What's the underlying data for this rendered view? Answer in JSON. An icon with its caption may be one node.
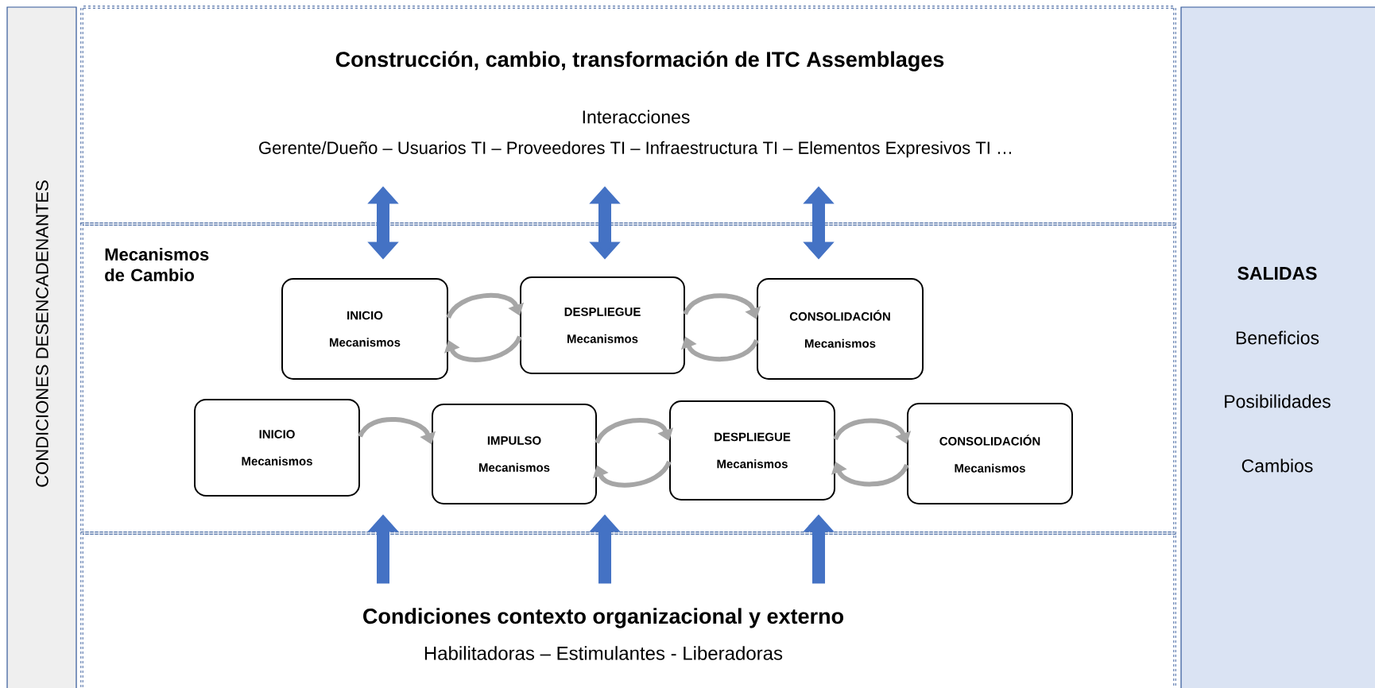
{
  "diagram": {
    "nodes": [
      {
        "text": [
          "CONDICIONES DESENCADENANTES"
        ]
      },
      {
        "text": [
          "Construcción, cambio, transformación de ITC Assemblages",
          "Interacciones",
          "Gerente/Dueño – Usuarios TI – Proveedores TI – Infraestructura TI – Elementos Expresivos TI …"
        ]
      },
      {
        "text": [
          "Mecanismos de Cambio"
        ]
      },
      {
        "text": [
          "Condiciones contexto organizacional y externo",
          "Habilitadoras – Estimulantes - Liberadoras"
        ]
      },
      {
        "text": [
          "SALIDAS",
          "Beneficios",
          "Posibilidades",
          "Cambios"
        ]
      },
      {
        "text": [
          "INICIO",
          "Mecanismos"
        ],
        "in": 2
      },
      {
        "text": [
          "DESPLIEGUE",
          "Mecanismos"
        ],
        "in": 2
      },
      {
        "text": [
          "CONSOLIDACIÓN",
          "Mecanismos"
        ],
        "in": 2
      },
      {
        "text": [
          "INICIO",
          "Mecanismos"
        ],
        "in": 2
      },
      {
        "text": [
          "IMPULSO",
          "Mecanismos"
        ],
        "in": 2
      },
      {
        "text": [
          "DESPLIEGUE",
          "Mecanismos"
        ],
        "in": 2
      },
      {
        "text": [
          "CONSOLIDACIÓN",
          "Mecanismos"
        ],
        "in": 2
      }
    ],
    "edges": [
      {
        "from": 1,
        "to": 2,
        "arrow": "both",
        "style": "thick",
        "color": "#4472c4"
      },
      {
        "from": 1,
        "to": 2,
        "arrow": "both",
        "style": "thick",
        "color": "#4472c4"
      },
      {
        "from": 1,
        "to": 2,
        "arrow": "both",
        "style": "thick",
        "color": "#4472c4"
      },
      {
        "from": 5,
        "to": 6,
        "arrow": "to"
      },
      {
        "from": 6,
        "to": 5,
        "arrow": "to"
      },
      {
        "from": 6,
        "to": 7,
        "arrow": "to"
      },
      {
        "from": 7,
        "to": 6,
        "arrow": "to"
      },
      {
        "from": 8,
        "to": 9,
        "arrow": "to"
      },
      {
        "from": 9,
        "to": 10,
        "arrow": "to"
      },
      {
        "from": 10,
        "to": 9,
        "arrow": "to"
      },
      {
        "from": 10,
        "to": 11,
        "arrow": "to"
      },
      {
        "from": 11,
        "to": 10,
        "arrow": "to"
      },
      {
        "from": 3,
        "to": 2,
        "arrow": "to",
        "style": "thick",
        "color": "#4472c4"
      },
      {
        "from": 3,
        "to": 2,
        "arrow": "to",
        "style": "thick",
        "color": "#4472c4"
      },
      {
        "from": 3,
        "to": 2,
        "arrow": "to",
        "style": "thick",
        "color": "#4472c4"
      }
    ]
  }
}
